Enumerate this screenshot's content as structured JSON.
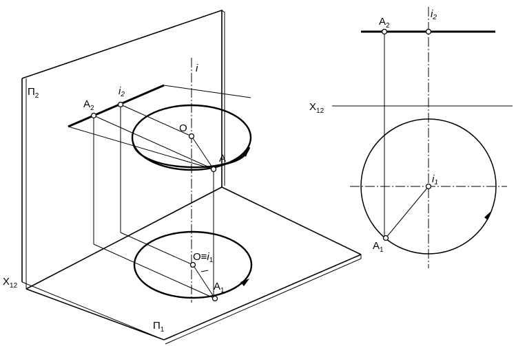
{
  "left_view": {
    "plane_v": "П",
    "plane_v_sub": "2",
    "plane_h": "П",
    "plane_h_sub": "1",
    "axis": "X",
    "axis_sub": "12",
    "axis_i": "i",
    "i2": "i",
    "i2_sub": "2",
    "A2": "A",
    "A2_sub": "2",
    "O": "O",
    "A": "A",
    "O_eq_i1": "O≡",
    "i1": "i",
    "i1_sub": "1",
    "A1": "A",
    "A1_sub": "1"
  },
  "right_view": {
    "A2": "A",
    "A2_sub": "2",
    "i2": "i",
    "i2_sub": "2",
    "axis": "X",
    "axis_sub": "12",
    "i1": "i",
    "i1_sub": "1",
    "A1": "A",
    "A1_sub": "1"
  }
}
